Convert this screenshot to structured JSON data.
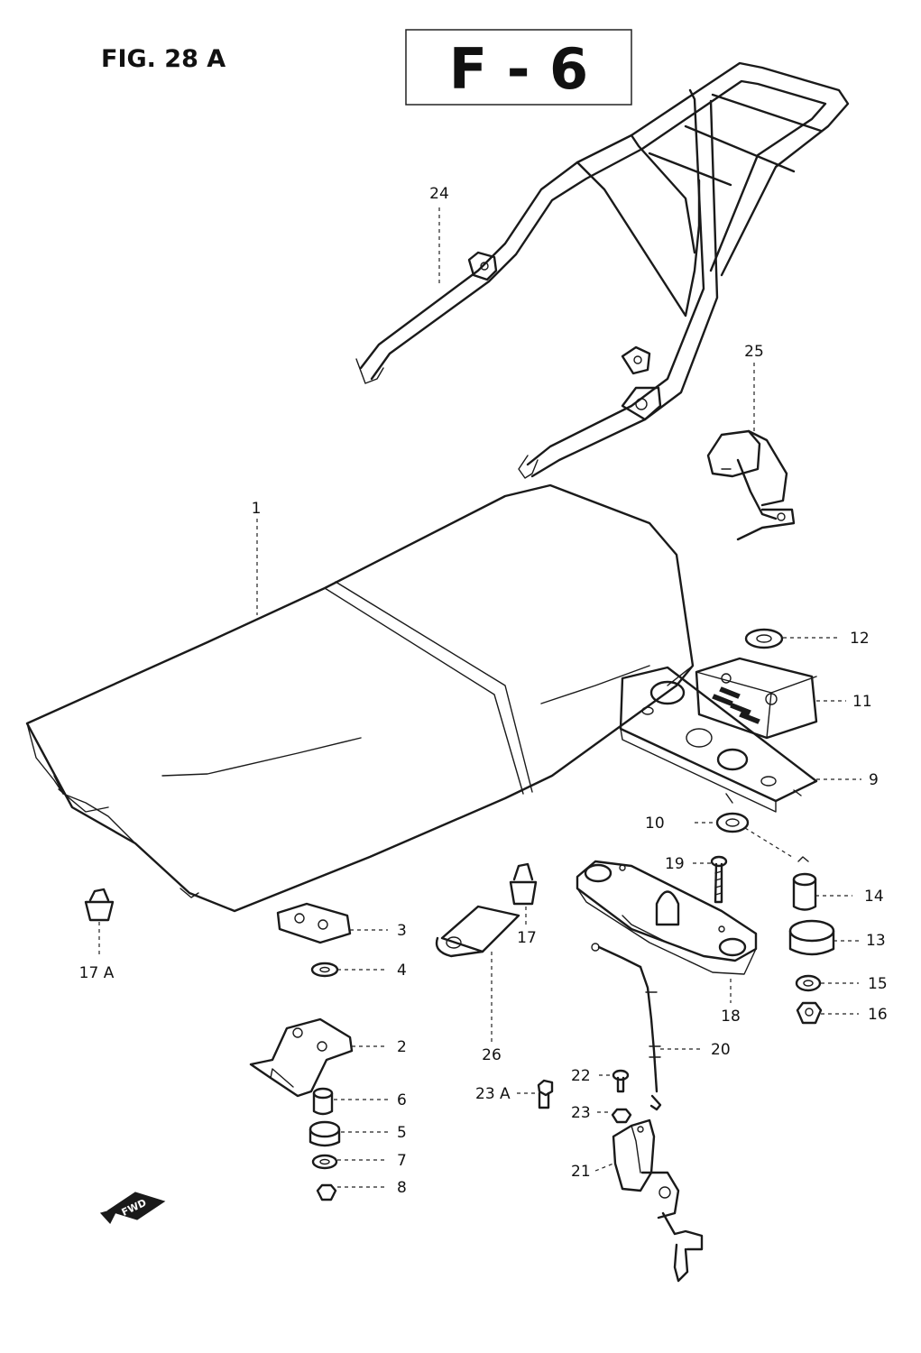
{
  "figure": {
    "label": "FIG. 28 A",
    "section": "F - 6"
  },
  "forward_marker": {
    "text": "FWD"
  },
  "callouts": [
    {
      "id": "24",
      "text": "24"
    },
    {
      "id": "25",
      "text": "25"
    },
    {
      "id": "1",
      "text": "1"
    },
    {
      "id": "12",
      "text": "12"
    },
    {
      "id": "11",
      "text": "11"
    },
    {
      "id": "9",
      "text": "9"
    },
    {
      "id": "10",
      "text": "10"
    },
    {
      "id": "19",
      "text": "19"
    },
    {
      "id": "14",
      "text": "14"
    },
    {
      "id": "13",
      "text": "13"
    },
    {
      "id": "15",
      "text": "15"
    },
    {
      "id": "16",
      "text": "16"
    },
    {
      "id": "18",
      "text": "18"
    },
    {
      "id": "17",
      "text": "17"
    },
    {
      "id": "17A",
      "text": "17 A"
    },
    {
      "id": "4",
      "text": "4"
    },
    {
      "id": "3",
      "text": "3"
    },
    {
      "id": "2",
      "text": "2"
    },
    {
      "id": "26",
      "text": "26"
    },
    {
      "id": "20",
      "text": "20"
    },
    {
      "id": "22",
      "text": "22"
    },
    {
      "id": "23A",
      "text": "23 A"
    },
    {
      "id": "23",
      "text": "23"
    },
    {
      "id": "6",
      "text": "6"
    },
    {
      "id": "5",
      "text": "5"
    },
    {
      "id": "7",
      "text": "7"
    },
    {
      "id": "8",
      "text": "8"
    },
    {
      "id": "21",
      "text": "21"
    }
  ]
}
